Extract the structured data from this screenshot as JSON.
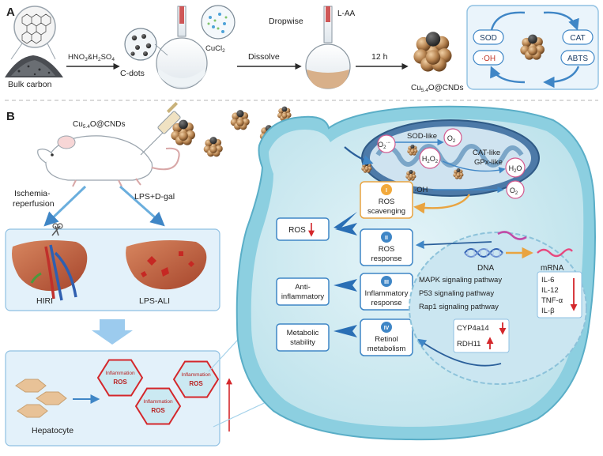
{
  "panel_a": {
    "label": "A",
    "bulk_carbon": "Bulk carbon",
    "acid_top": "HNO",
    "acid_sub1": "3",
    "acid_mid": "&H",
    "acid_sub2": "2",
    "acid_so": "SO",
    "acid_sub3": "4",
    "cdots": "C-dots",
    "cucl": "CuCl",
    "cucl_sub": "2",
    "dissolve": "Dissolve",
    "dropwise": "Dropwise",
    "laa": "L-AA",
    "time": "12 h",
    "product_main": "Cu",
    "product_sub": "5.4",
    "product_rest": "O@CNDs",
    "enzymes": {
      "sod": "SOD",
      "cat": "CAT",
      "oh": "·OH",
      "abts": "ABTS"
    }
  },
  "panel_b": {
    "label": "B",
    "injection_main": "Cu",
    "injection_sub": "5.4",
    "injection_rest": "O@CNDs",
    "route_left": [
      "Ischemia-",
      "reperfusion"
    ],
    "route_right": "LPS+D-gal",
    "models": {
      "hiri": "HIRI",
      "lps": "LPS-ALI"
    },
    "hepatocyte": "Hepatocyte",
    "inflammation": "Inflammation",
    "ros": "ROS"
  },
  "mito": {
    "o2_minus": "O",
    "sod_like": "SOD-like",
    "o2": "O",
    "h2o2": "H",
    "cat_like": "CAT-like",
    "gpx_like": "GPx-like",
    "h2o": "H",
    "oh": "·OH",
    "o2b": "O"
  },
  "mechanisms": [
    {
      "numeral": "I",
      "line1": "ROS",
      "line2": "scavenging"
    },
    {
      "numeral": "II",
      "line1": "ROS",
      "line2": "response"
    },
    {
      "numeral": "III",
      "line1": "Inflammatory",
      "line2": "response"
    },
    {
      "numeral": "IV",
      "line1": "Retinol",
      "line2": "metabolism"
    }
  ],
  "outcomes": {
    "ros": "ROS",
    "anti": [
      "Anti-",
      "inflammatory"
    ],
    "metabolic": [
      "Metabolic",
      "stability"
    ]
  },
  "nucleus": {
    "dna": "DNA",
    "mrna": "mRNA",
    "pathways": [
      "MAPK signaling pathway",
      "P53 signaling pathway",
      "Rap1 signaling pathway"
    ],
    "cytokines": [
      "IL-6",
      "IL-12",
      "TNF-α",
      "IL-β"
    ],
    "genes": [
      "CYP4a14",
      "RDH11"
    ]
  },
  "colors": {
    "blue_arrow": "#3f86c6",
    "red_arrow": "#d4272b",
    "orange_arrow": "#e9a441",
    "cell_teal": "#bfe6ef",
    "nanoparticle": "#b5824f"
  }
}
